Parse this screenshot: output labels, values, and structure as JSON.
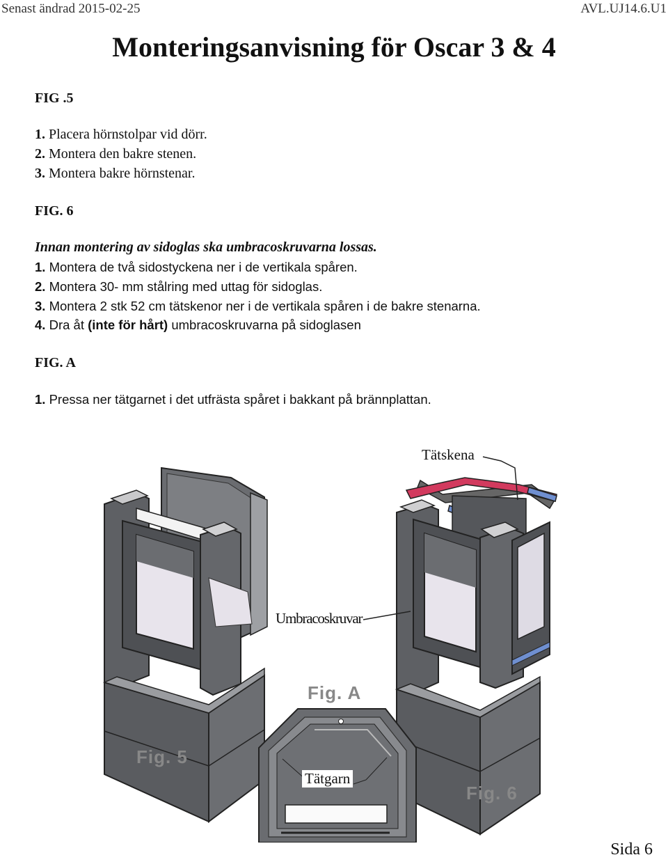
{
  "header": {
    "left": "Senast ändrad 2015-02-25",
    "right": "AVL.UJ14.6.U1"
  },
  "title": "Monteringsanvisning för Oscar 3 & 4",
  "fig5": {
    "heading": "FIG .5",
    "steps": [
      {
        "num": "1.",
        "text": " Placera hörnstolpar vid dörr."
      },
      {
        "num": "2.",
        "text": " Montera den bakre stenen."
      },
      {
        "num": "3.",
        "text": " Montera bakre hörnstenar."
      }
    ]
  },
  "fig6": {
    "heading": "FIG. 6",
    "note": "Innan montering av sidoglas ska umbracoskruvarna lossas.",
    "steps": [
      {
        "num": "1.",
        "text": " Montera de två sidostyckena ner i de vertikala spåren."
      },
      {
        "num": "2.",
        "text": " Montera 30- mm stålring med uttag för sidoglas."
      },
      {
        "num": "3.",
        "text": " Montera 2 stk 52 cm tätskenor ner i de vertikala spåren i de bakre stenarna."
      },
      {
        "num": "4.",
        "text": " Dra åt ",
        "bold": "(inte för hårt)",
        "after": " umbracoskruvarna på sidoglasen"
      }
    ]
  },
  "figA": {
    "heading": "FIG. A",
    "steps": [
      {
        "num": "1.",
        "text": " Pressa ner tätgarnet i det utfrästa spåret i bakkant på brännplattan."
      }
    ]
  },
  "illustration": {
    "label_tatskena": "Tätskena",
    "label_umbraco": "Umbracoskruvar",
    "label_tatgarn": "Tätgarn",
    "caption_fig5": "Fig. 5",
    "caption_fig6": "Fig. 6",
    "caption_figA": "Fig. A",
    "colors": {
      "stone": "#5a5c60",
      "stone_light": "#8a8c90",
      "seal_red": "#d23a5e",
      "seal_blue": "#6f8fd0",
      "window": "#e9e6ee"
    }
  },
  "footer": {
    "page": "Sida 6"
  }
}
